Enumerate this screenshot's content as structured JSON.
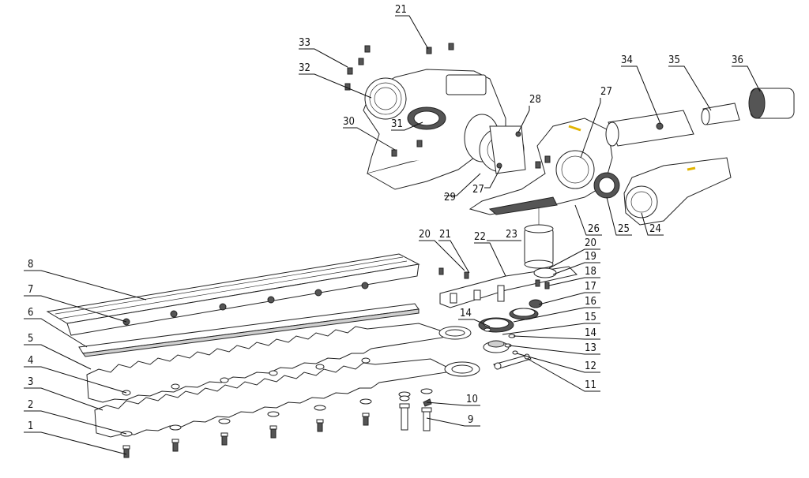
{
  "callouts": [
    "1",
    "2",
    "3",
    "4",
    "5",
    "6",
    "7",
    "8",
    "9",
    "10",
    "11",
    "12",
    "13",
    "14",
    "14",
    "15",
    "16",
    "17",
    "18",
    "19",
    "20",
    "20",
    "21",
    "21",
    "22",
    "23",
    "24",
    "25",
    "26",
    "27",
    "27",
    "28",
    "29",
    "30",
    "31",
    "32",
    "33",
    "34",
    "35",
    "36"
  ],
  "colors": {
    "line": "#111111",
    "accent": "#e2b400",
    "dark_fill": "#555555"
  }
}
